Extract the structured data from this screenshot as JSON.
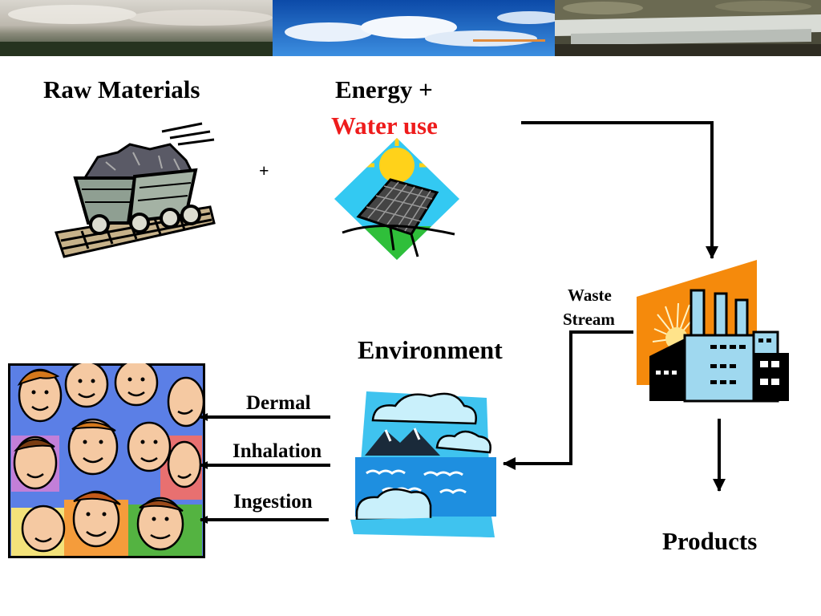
{
  "diagram": {
    "raw_materials": "Raw Materials",
    "energy_line1": "Energy +",
    "energy_line2": "Water use",
    "plus": "+",
    "waste_stream_line1": "Waste",
    "waste_stream_line2": "Stream",
    "environment": "Environment",
    "routes": [
      "Dermal",
      "Inhalation",
      "Ingestion"
    ],
    "products": "Products"
  },
  "colors": {
    "water_use": "#ee1c1c",
    "arrows": "#000000",
    "factory_sky": "#f58a0c",
    "factory_building": "#9fd8ef",
    "sea": "#1e8fe0",
    "sky_panel": "#3fc3ef",
    "energy_diamond": "#33c9f2"
  },
  "icons": {
    "banner": [
      "cloudy-landscape-photo",
      "blue-sky-photo",
      "waterfall-photo"
    ],
    "raw_materials": "mine-cart-icon",
    "energy": "solar-panel-icon",
    "factory": "factory-icon",
    "environment": "mountains-sea-icon",
    "population": "crowd-of-people-icon"
  }
}
